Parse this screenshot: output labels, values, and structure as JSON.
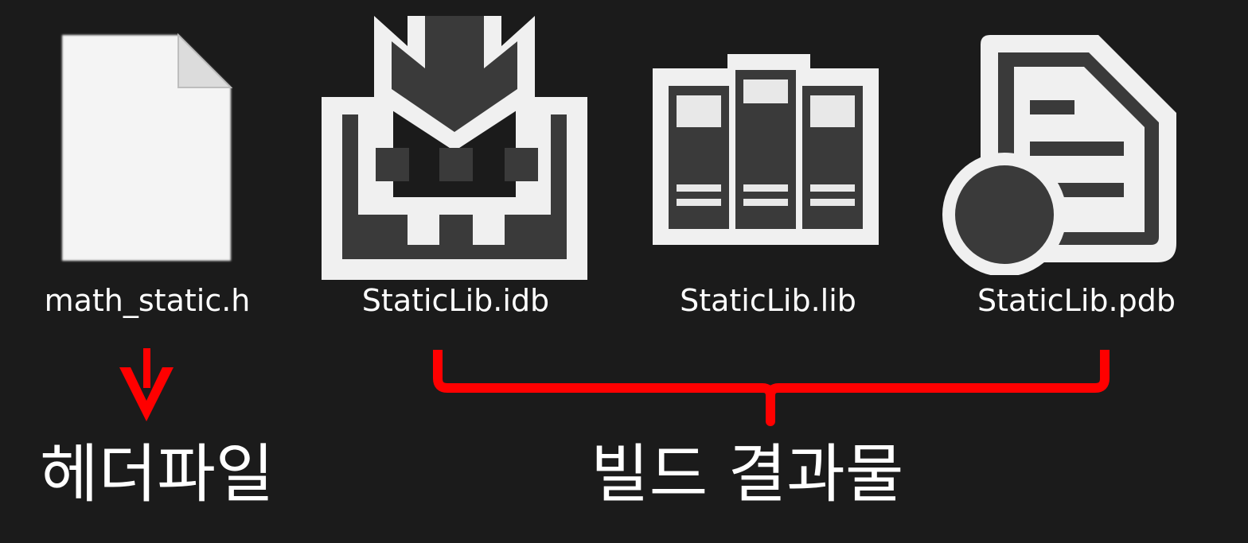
{
  "files": [
    {
      "name": "math_static.h",
      "icon": "blank-file-icon"
    },
    {
      "name": "StaticLib.idb",
      "icon": "idb-file-icon"
    },
    {
      "name": "StaticLib.lib",
      "icon": "library-books-icon"
    },
    {
      "name": "StaticLib.pdb",
      "icon": "pdb-file-icon"
    }
  ],
  "annotations": {
    "header_label": "헤더파일",
    "build_label": "빌드 결과물",
    "color": "#ff0000"
  },
  "colors": {
    "background": "#1b1b1b",
    "icon_light": "#f0f0f0",
    "icon_dark": "#3a3a3a",
    "text": "#ffffff"
  }
}
